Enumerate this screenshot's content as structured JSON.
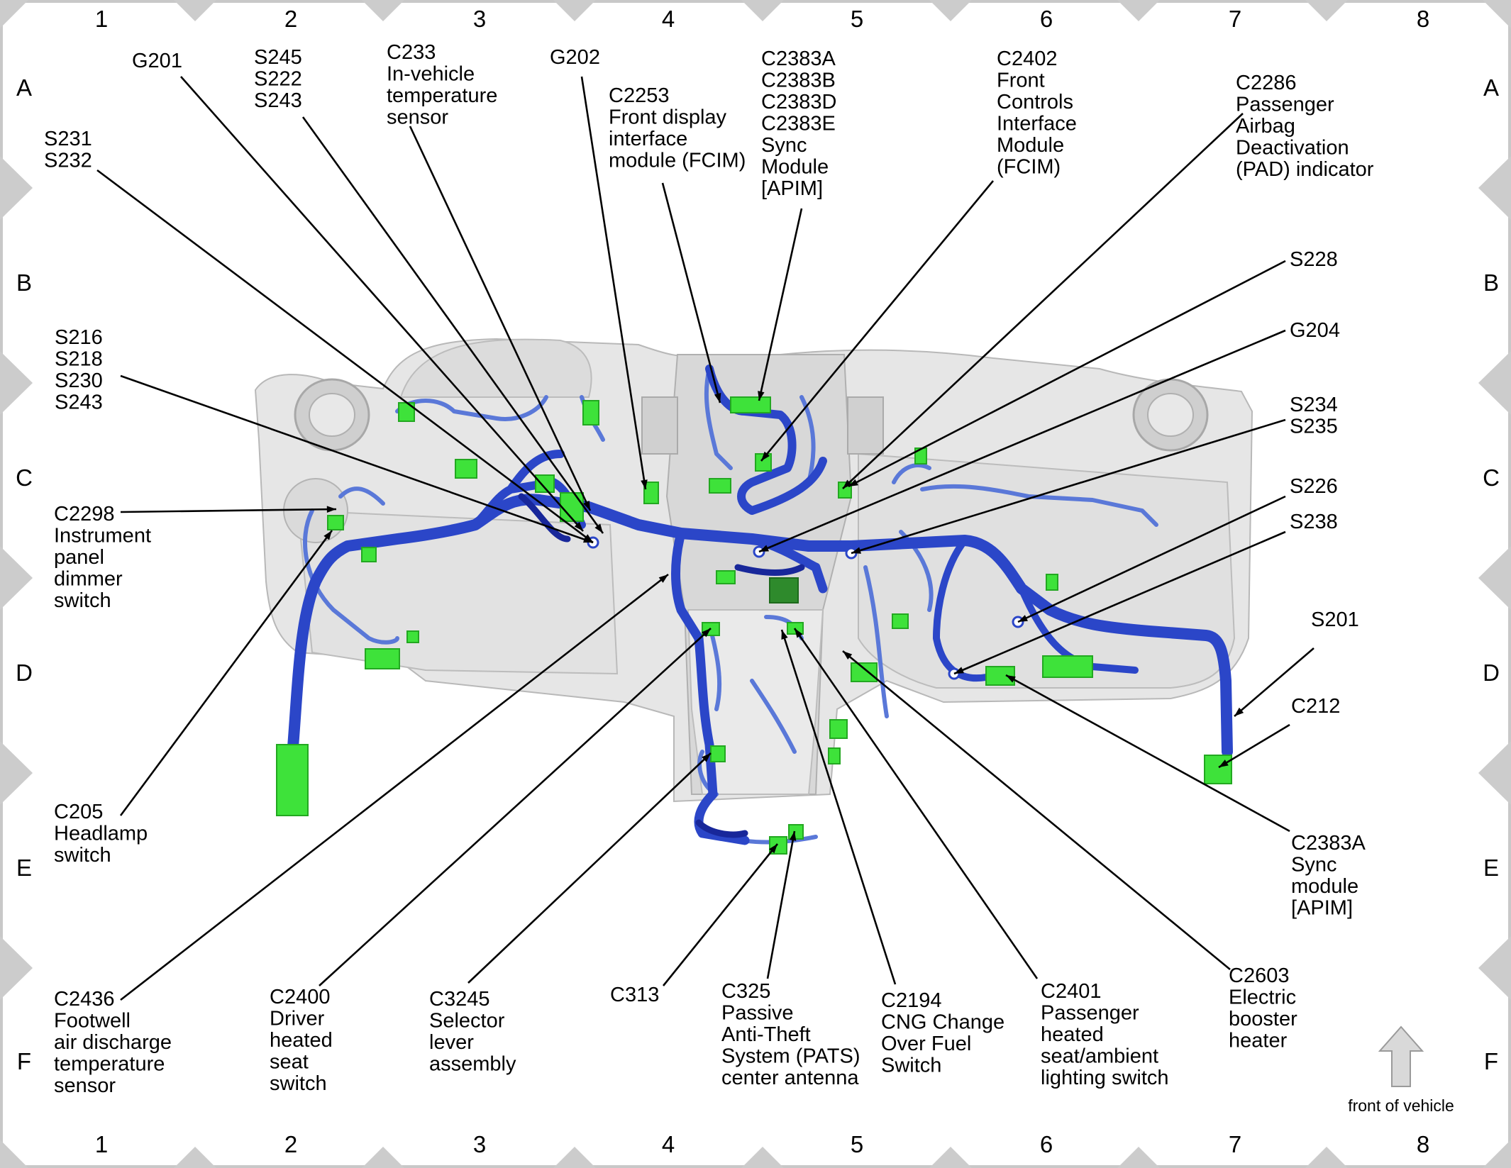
{
  "grid": {
    "columns": [
      "1",
      "2",
      "3",
      "4",
      "5",
      "6",
      "7",
      "8"
    ],
    "rows": [
      "A",
      "B",
      "C",
      "D",
      "E",
      "F"
    ]
  },
  "front_label": "front of vehicle",
  "colors": {
    "harness": "#2b46c8",
    "harness_dark": "#18279a",
    "harness_light": "#5a78d8",
    "connector": "#3ee23a",
    "frame": "#c8c8c8",
    "dash": "#e4e4e4"
  },
  "callouts": [
    {
      "id": "g201",
      "lines": [
        "G201"
      ]
    },
    {
      "id": "s245",
      "lines": [
        "S245",
        "S222",
        "S243"
      ]
    },
    {
      "id": "c233",
      "lines": [
        "C233",
        "In-vehicle",
        "temperature",
        "sensor"
      ]
    },
    {
      "id": "g202",
      "lines": [
        "G202"
      ]
    },
    {
      "id": "c2253",
      "lines": [
        "C2253",
        "Front display",
        "interface",
        "module (FCIM)"
      ]
    },
    {
      "id": "c2383",
      "lines": [
        "C2383A",
        "C2383B",
        "C2383D",
        "C2383E",
        "Sync",
        "Module",
        "[APIM]"
      ]
    },
    {
      "id": "c2402",
      "lines": [
        "C2402",
        "Front",
        "Controls",
        "Interface",
        "Module",
        "(FCIM)"
      ]
    },
    {
      "id": "c2286",
      "lines": [
        "C2286",
        "Passenger",
        "Airbag",
        "Deactivation",
        "(PAD) indicator"
      ]
    },
    {
      "id": "s231",
      "lines": [
        "S231",
        "S232"
      ]
    },
    {
      "id": "s228",
      "lines": [
        "S228"
      ]
    },
    {
      "id": "g204",
      "lines": [
        "G204"
      ]
    },
    {
      "id": "s216",
      "lines": [
        "S216",
        "S218",
        "S230",
        "S243"
      ]
    },
    {
      "id": "s234",
      "lines": [
        "S234",
        "S235"
      ]
    },
    {
      "id": "s226",
      "lines": [
        "S226"
      ]
    },
    {
      "id": "s238",
      "lines": [
        "S238"
      ]
    },
    {
      "id": "c2298",
      "lines": [
        "C2298",
        "Instrument",
        "panel",
        "dimmer",
        "switch"
      ]
    },
    {
      "id": "s201",
      "lines": [
        "S201"
      ]
    },
    {
      "id": "c212",
      "lines": [
        "C212"
      ]
    },
    {
      "id": "c205",
      "lines": [
        "C205",
        "Headlamp",
        "switch"
      ]
    },
    {
      "id": "c2383a",
      "lines": [
        "C2383A",
        "Sync",
        "module",
        "[APIM]"
      ]
    },
    {
      "id": "c2436",
      "lines": [
        "C2436",
        "Footwell",
        "air discharge",
        "temperature",
        "sensor"
      ]
    },
    {
      "id": "c2400",
      "lines": [
        "C2400",
        "Driver",
        "heated",
        "seat",
        "switch"
      ]
    },
    {
      "id": "c3245",
      "lines": [
        "C3245",
        "Selector",
        "lever",
        "assembly"
      ]
    },
    {
      "id": "c313",
      "lines": [
        "C313"
      ]
    },
    {
      "id": "c325",
      "lines": [
        "C325",
        "Passive",
        "Anti-Theft",
        "System (PATS)",
        "center antenna"
      ]
    },
    {
      "id": "c2194",
      "lines": [
        "C2194",
        "CNG Change",
        "Over Fuel",
        "Switch"
      ]
    },
    {
      "id": "c2401",
      "lines": [
        "C2401",
        "Passenger",
        "heated",
        "seat/ambient",
        "lighting switch"
      ]
    },
    {
      "id": "c2603",
      "lines": [
        "C2603",
        "Electric",
        "booster",
        "heater"
      ]
    }
  ]
}
